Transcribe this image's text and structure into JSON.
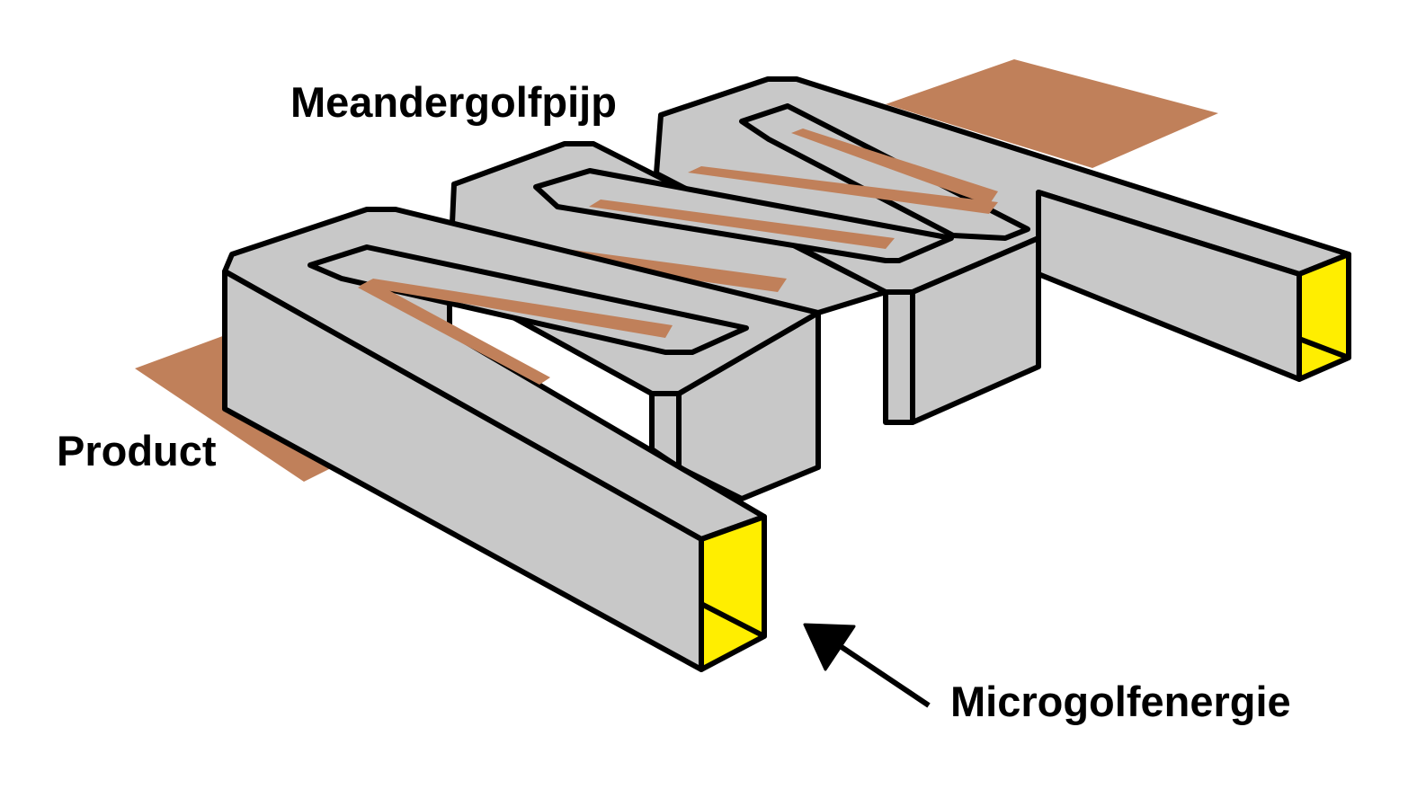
{
  "labels": {
    "waveguide": "Meandergolfpijp",
    "product": "Product",
    "microwave": "Microgolfenergie"
  },
  "colors": {
    "waveguide_fill": "#c8c8c8",
    "product_fill": "#c0805a",
    "port_fill": "#ffee00",
    "outline": "#000000",
    "background": "#ffffff"
  }
}
